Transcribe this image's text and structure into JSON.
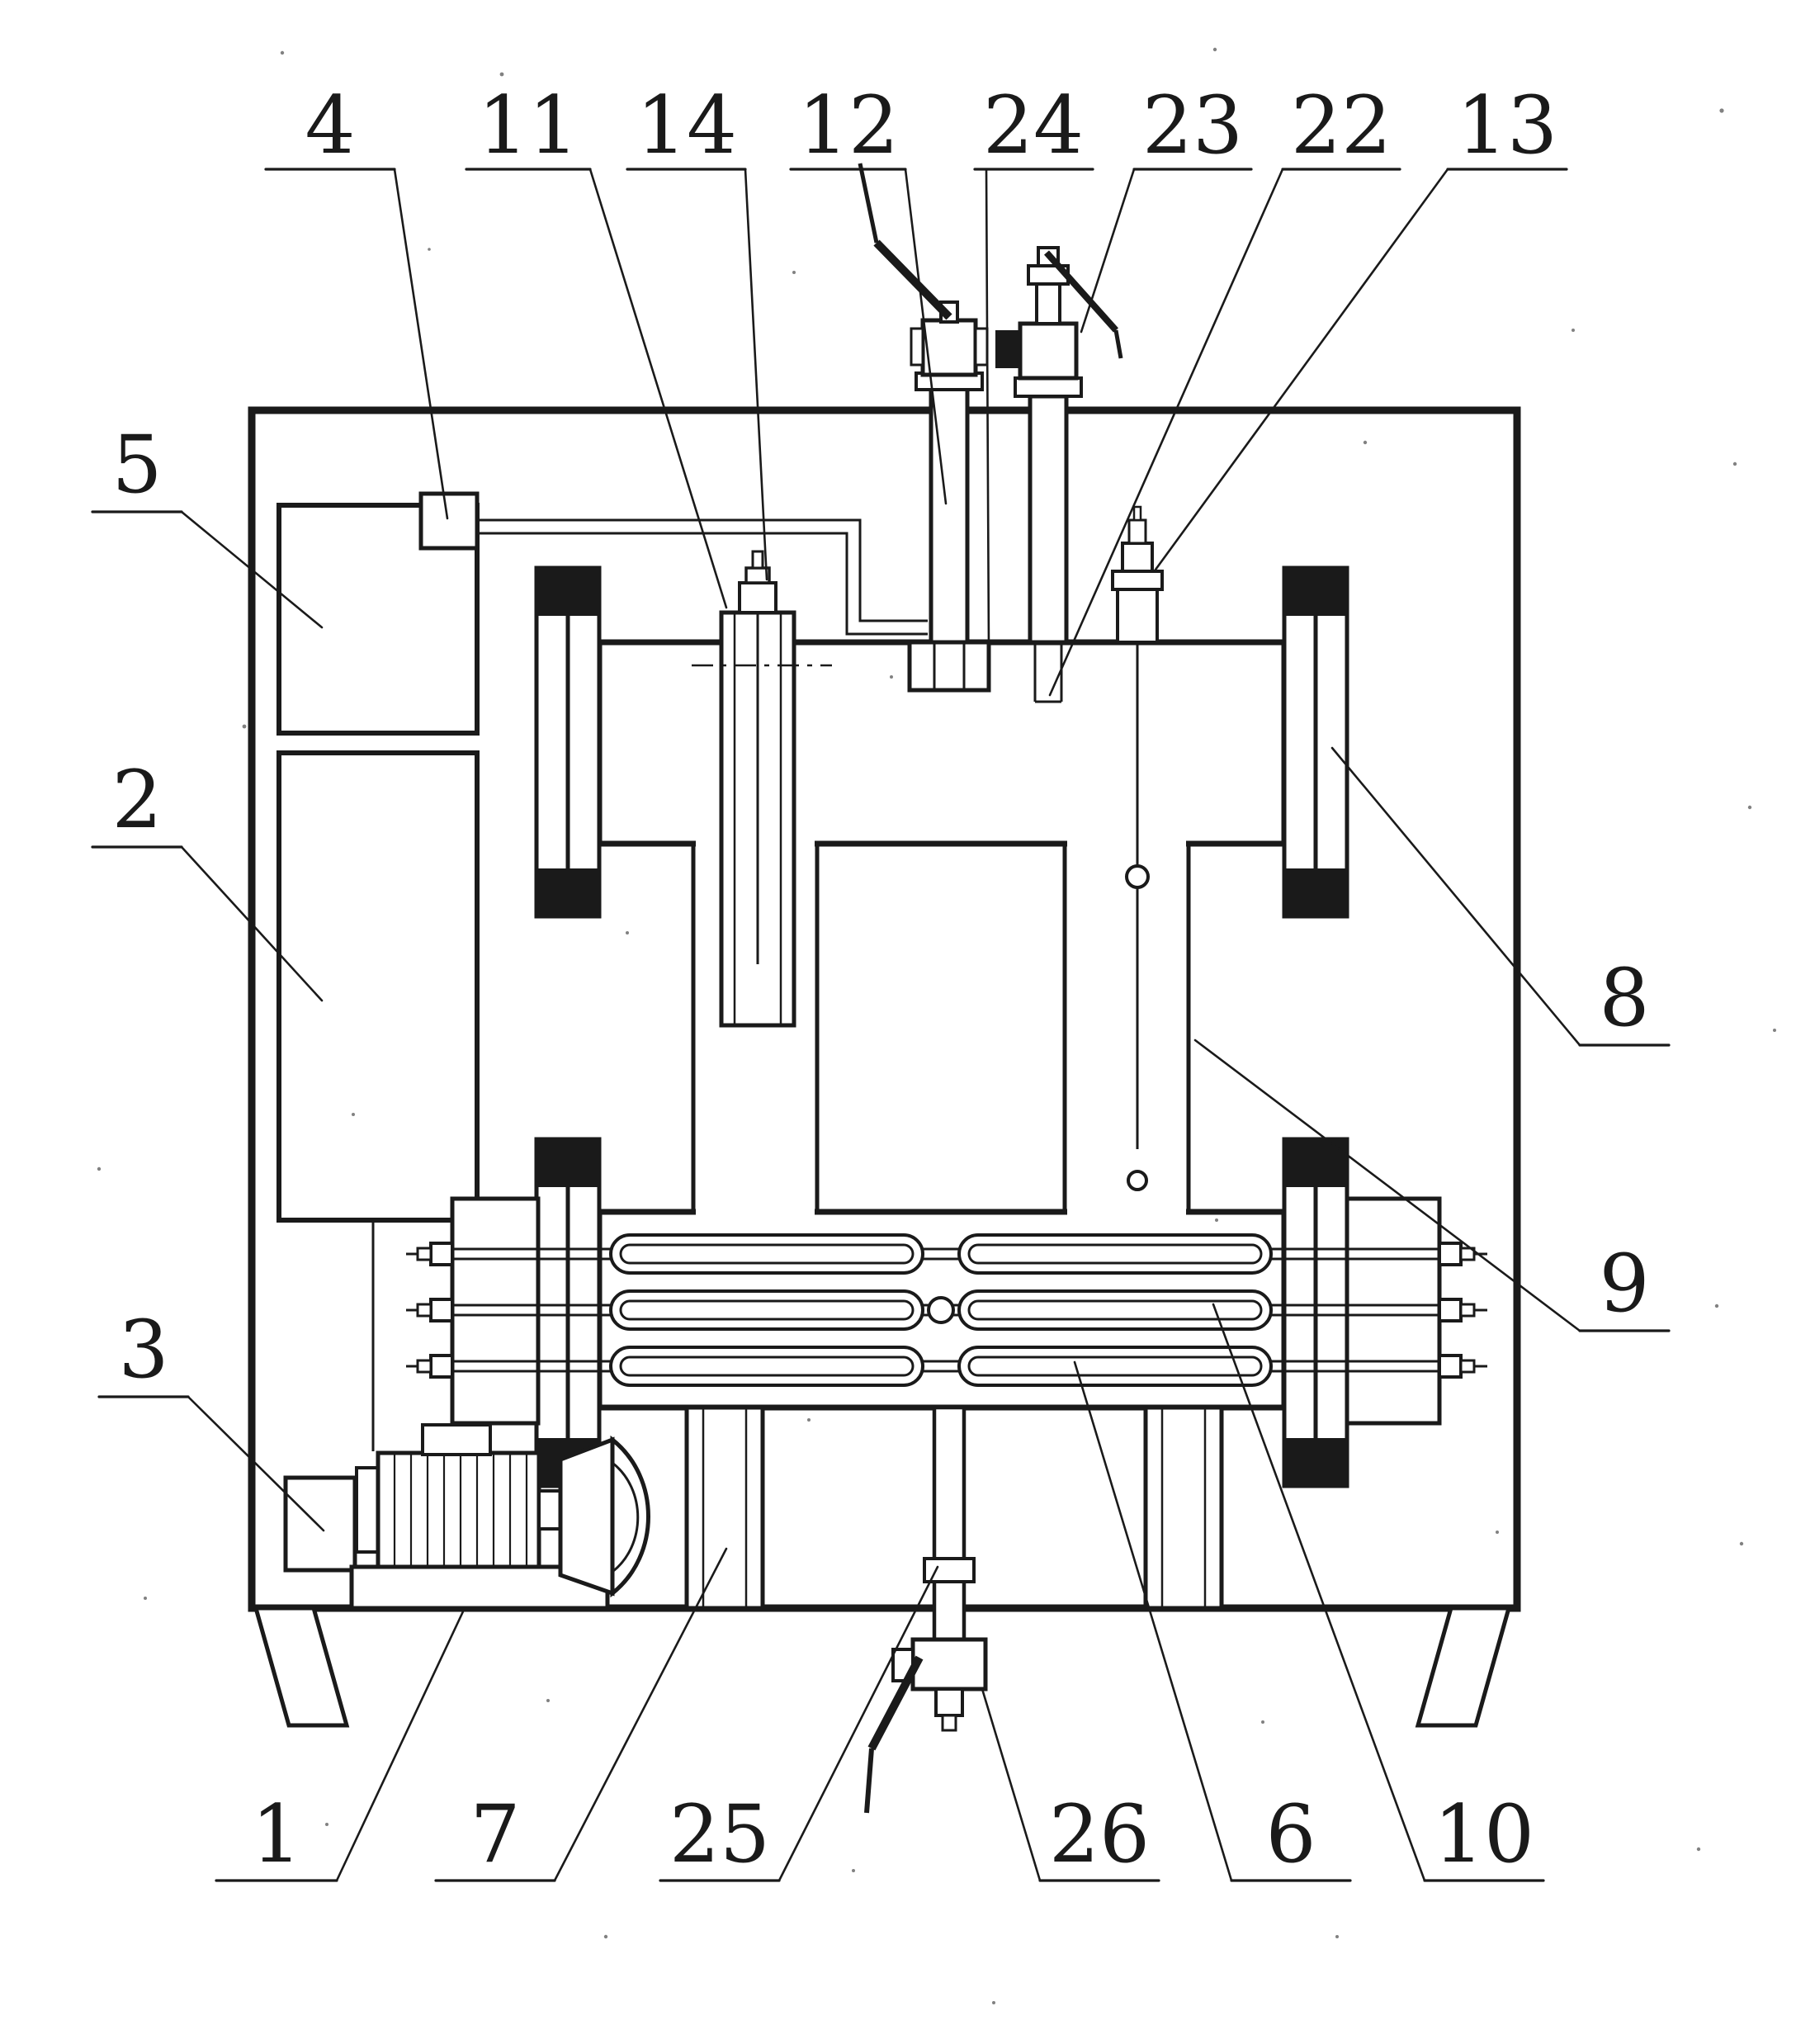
{
  "colors": {
    "ink": "#1a1a1a",
    "paper": "#ffffff"
  },
  "callouts": {
    "c1": "1",
    "c2": "2",
    "c3": "3",
    "c4": "4",
    "c5": "5",
    "c6": "6",
    "c7": "7",
    "c8": "8",
    "c9": "9",
    "c10": "10",
    "c11": "11",
    "c12": "12",
    "c13": "13",
    "c14": "14",
    "c22": "22",
    "c23": "23",
    "c24": "24",
    "c25": "25",
    "c26": "26"
  }
}
